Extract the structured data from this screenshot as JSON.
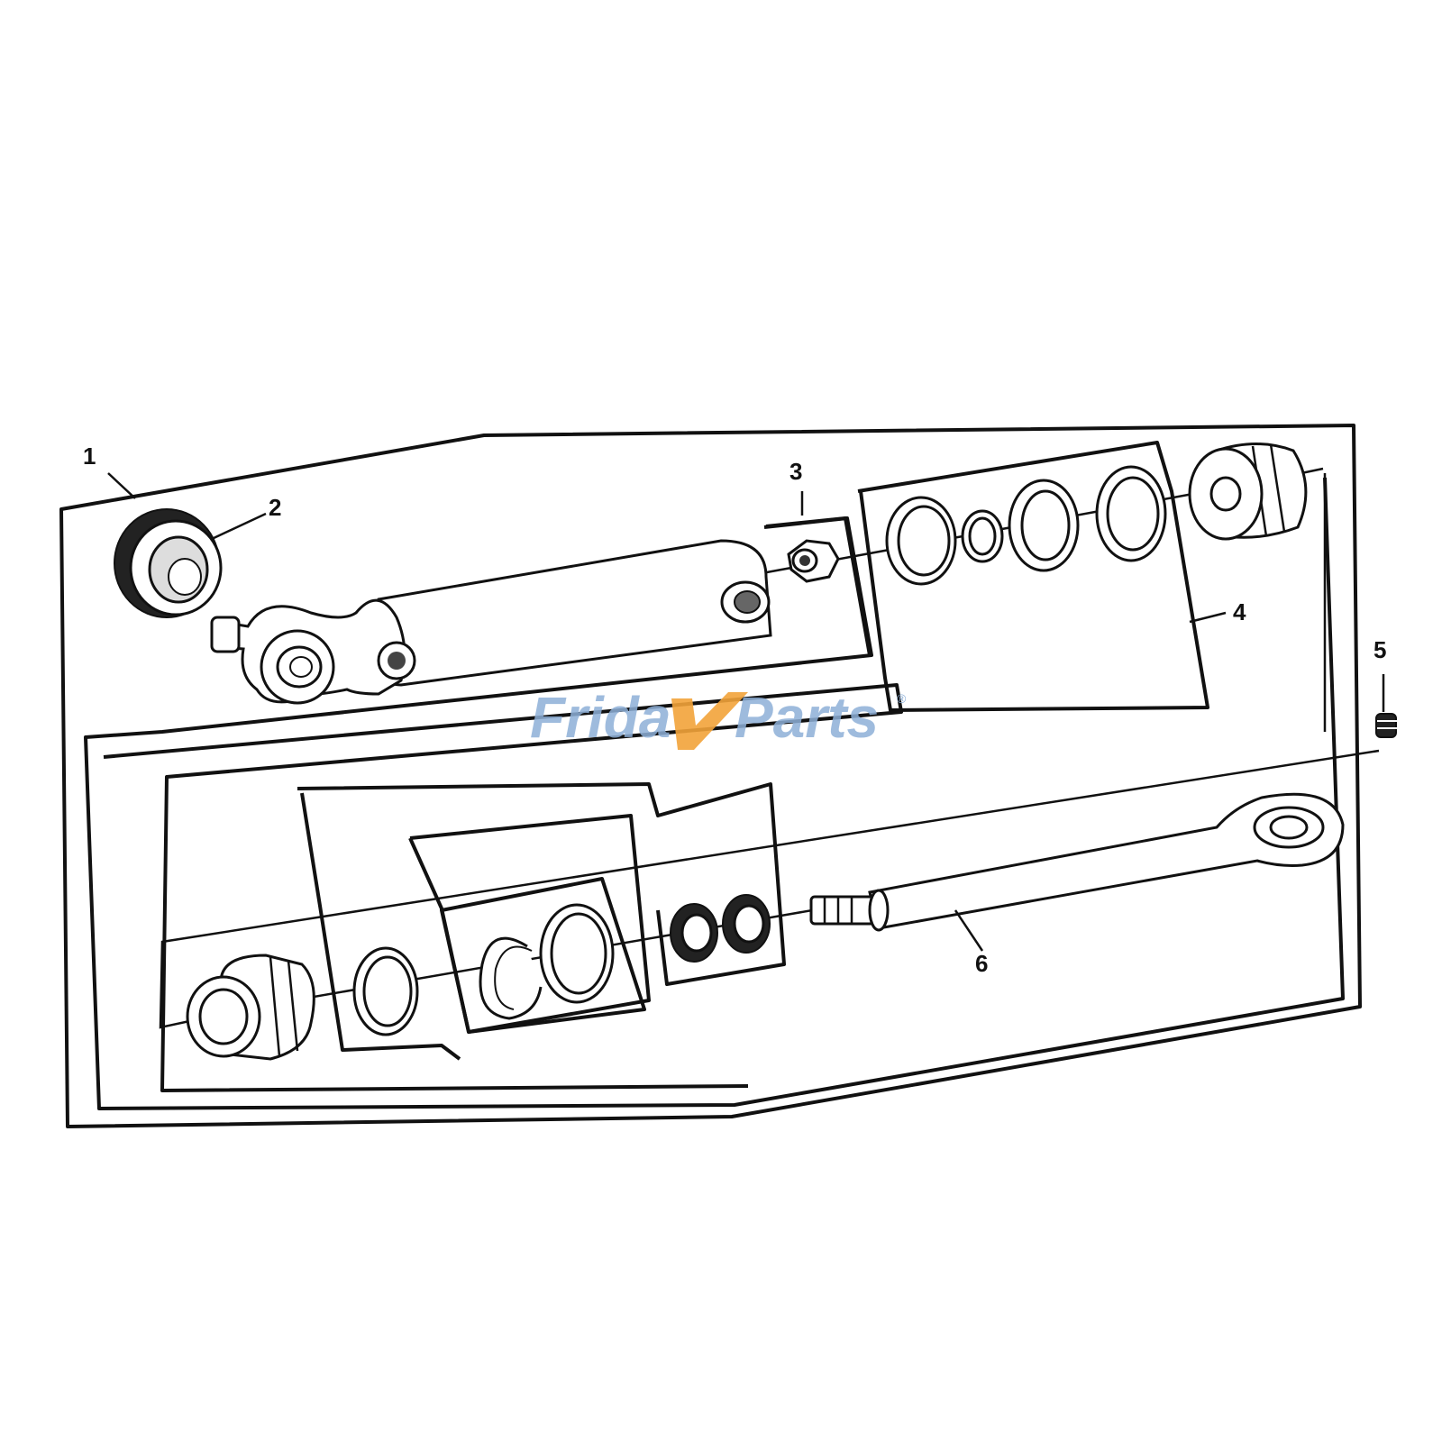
{
  "diagram": {
    "callouts": [
      {
        "id": "1",
        "label": "1"
      },
      {
        "id": "2",
        "label": "2"
      },
      {
        "id": "3",
        "label": "3"
      },
      {
        "id": "4",
        "label": "4"
      },
      {
        "id": "5",
        "label": "5"
      },
      {
        "id": "6",
        "label": "6"
      }
    ]
  },
  "watermark": {
    "text": "FridayParts",
    "part1": "Frida",
    "part2": "Parts",
    "registered": "®",
    "colors": {
      "text": "#8eb0d8",
      "accent": "#f2a33a"
    }
  }
}
